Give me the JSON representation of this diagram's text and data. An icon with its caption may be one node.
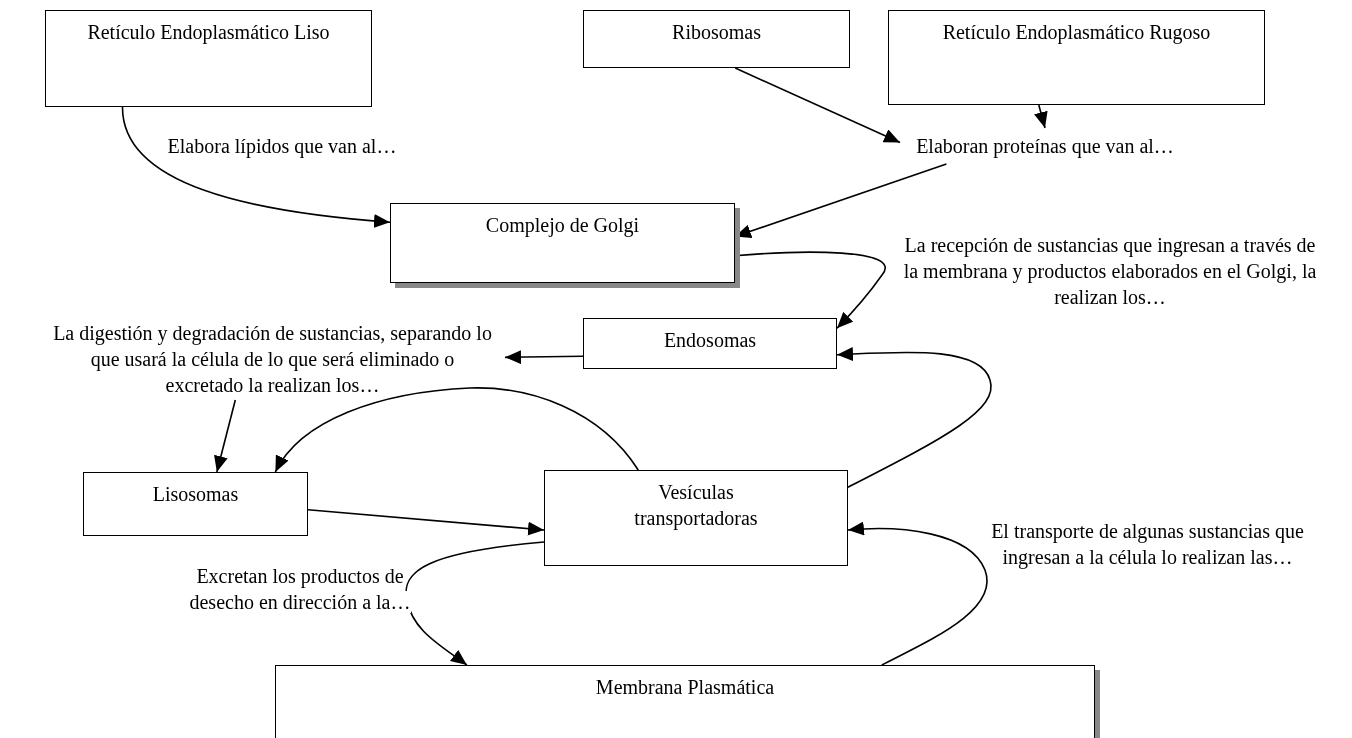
{
  "diagram": {
    "nodes": [
      {
        "text": [
          "Retículo Endoplasmático Liso"
        ]
      },
      {
        "text": [
          "Ribosomas"
        ]
      },
      {
        "text": [
          "Retículo Endoplasmático Rugoso"
        ]
      },
      {
        "text": [
          "Elaboran proteínas que van al…"
        ]
      },
      {
        "text": [
          "Complejo de Golgi"
        ]
      },
      {
        "text": [
          "Endosomas"
        ]
      },
      {
        "text": [
          "La digestión y degradación de sustancias, separando lo que usará la célula de lo que será eliminado o excretado la realizan los…"
        ]
      },
      {
        "text": [
          "Lisosomas"
        ]
      },
      {
        "text": [
          "Vesículas transportadoras"
        ]
      },
      {
        "text": [
          "Membrana Plasmática"
        ]
      }
    ],
    "edges": [
      {
        "from": 0,
        "to": 4,
        "arrow": "to",
        "label": "Elabora lípidos que van al…"
      },
      {
        "from": 1,
        "to": 3,
        "arrow": "to"
      },
      {
        "from": 2,
        "to": 3,
        "arrow": "to"
      },
      {
        "from": 3,
        "to": 4,
        "arrow": "to"
      },
      {
        "from": 4,
        "to": 5,
        "arrow": "to",
        "label": "La recepción de sustancias que ingresan a través de la membrana y productos elaborados en el Golgi, la realizan los…"
      },
      {
        "from": 5,
        "to": 6,
        "arrow": "to"
      },
      {
        "from": 6,
        "to": 7,
        "arrow": "to"
      },
      {
        "from": 8,
        "to": 7,
        "arrow": "to"
      },
      {
        "from": 7,
        "to": 8,
        "arrow": "to"
      },
      {
        "from": 8,
        "to": 5,
        "arrow": "to"
      },
      {
        "from": 8,
        "to": 9,
        "arrow": "to",
        "label": "Excretan los productos de desecho en dirección a la…"
      },
      {
        "from": 9,
        "to": 8,
        "arrow": "to",
        "label": "El transporte de algunas sustancias que ingresan a la célula lo realizan las…"
      }
    ]
  }
}
